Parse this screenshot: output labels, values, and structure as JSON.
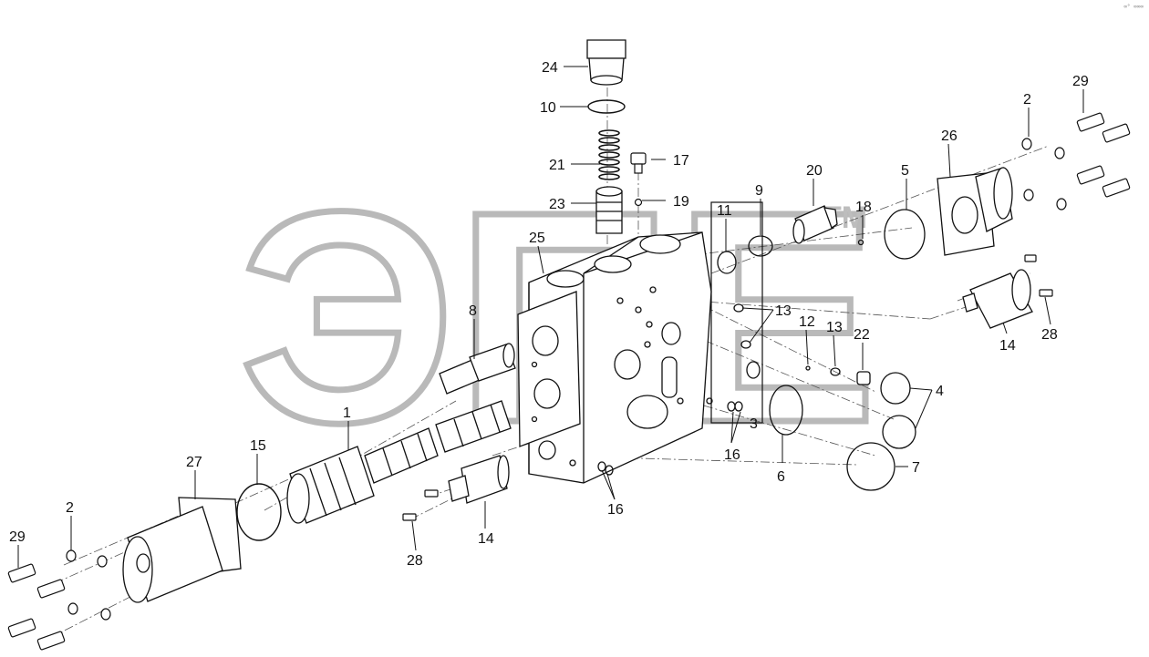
{
  "watermark": {
    "text": "ЭПЕ",
    "trademark": "TM"
  },
  "corner_mark": "∞° ∞∞∞",
  "callouts": [
    {
      "id": "c1",
      "label": "1"
    },
    {
      "id": "c2a",
      "label": "2"
    },
    {
      "id": "c2b",
      "label": "2"
    },
    {
      "id": "c3",
      "label": "3"
    },
    {
      "id": "c4",
      "label": "4"
    },
    {
      "id": "c5",
      "label": "5"
    },
    {
      "id": "c6",
      "label": "6"
    },
    {
      "id": "c7",
      "label": "7"
    },
    {
      "id": "c8",
      "label": "8"
    },
    {
      "id": "c9",
      "label": "9"
    },
    {
      "id": "c10",
      "label": "10"
    },
    {
      "id": "c11",
      "label": "11"
    },
    {
      "id": "c12",
      "label": "12"
    },
    {
      "id": "c13a",
      "label": "13"
    },
    {
      "id": "c13b",
      "label": "13"
    },
    {
      "id": "c14a",
      "label": "14"
    },
    {
      "id": "c14b",
      "label": "14"
    },
    {
      "id": "c15",
      "label": "15"
    },
    {
      "id": "c16a",
      "label": "16"
    },
    {
      "id": "c16b",
      "label": "16"
    },
    {
      "id": "c17",
      "label": "17"
    },
    {
      "id": "c18",
      "label": "18"
    },
    {
      "id": "c19",
      "label": "19"
    },
    {
      "id": "c20",
      "label": "20"
    },
    {
      "id": "c21",
      "label": "21"
    },
    {
      "id": "c22",
      "label": "22"
    },
    {
      "id": "c23",
      "label": "23"
    },
    {
      "id": "c24",
      "label": "24"
    },
    {
      "id": "c25",
      "label": "25"
    },
    {
      "id": "c26",
      "label": "26"
    },
    {
      "id": "c27",
      "label": "27"
    },
    {
      "id": "c28a",
      "label": "28"
    },
    {
      "id": "c28b",
      "label": "28"
    },
    {
      "id": "c29a",
      "label": "29"
    },
    {
      "id": "c29b",
      "label": "29"
    }
  ]
}
